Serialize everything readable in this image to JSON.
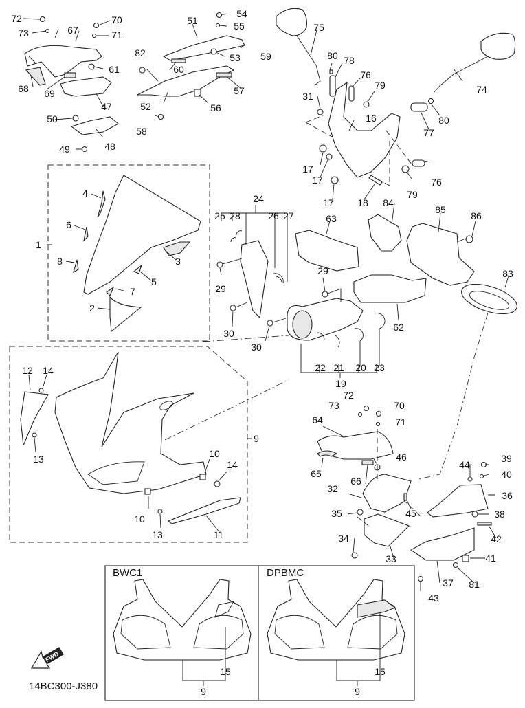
{
  "diagram": {
    "type": "exploded-parts-diagram",
    "drawing_code": "14BC300-J380",
    "fwd_indicator": "FWD",
    "group_labels": {
      "windscreen_group": "1",
      "cowling_group": "9",
      "headlight_group": "19",
      "duct_group": "24"
    },
    "insets": [
      {
        "title": "BWC1",
        "part_labels": [
          "15",
          "9"
        ]
      },
      {
        "title": "DPBMC",
        "part_labels": [
          "15",
          "9"
        ]
      }
    ],
    "callouts": [
      {
        "id": "72a",
        "text": "72"
      },
      {
        "id": "73a",
        "text": "73"
      },
      {
        "id": "67",
        "text": "67"
      },
      {
        "id": "70a",
        "text": "70"
      },
      {
        "id": "71a",
        "text": "71"
      },
      {
        "id": "61",
        "text": "61"
      },
      {
        "id": "68",
        "text": "68"
      },
      {
        "id": "69",
        "text": "69"
      },
      {
        "id": "47",
        "text": "47"
      },
      {
        "id": "50",
        "text": "50"
      },
      {
        "id": "48",
        "text": "48"
      },
      {
        "id": "49",
        "text": "49"
      },
      {
        "id": "51",
        "text": "51"
      },
      {
        "id": "54",
        "text": "54"
      },
      {
        "id": "55",
        "text": "55"
      },
      {
        "id": "59",
        "text": "59"
      },
      {
        "id": "53",
        "text": "53"
      },
      {
        "id": "82",
        "text": "82"
      },
      {
        "id": "60",
        "text": "60"
      },
      {
        "id": "57",
        "text": "57"
      },
      {
        "id": "52",
        "text": "52"
      },
      {
        "id": "56",
        "text": "56"
      },
      {
        "id": "58",
        "text": "58"
      },
      {
        "id": "75",
        "text": "75"
      },
      {
        "id": "80a",
        "text": "80"
      },
      {
        "id": "78",
        "text": "78"
      },
      {
        "id": "76a",
        "text": "76"
      },
      {
        "id": "79a",
        "text": "79"
      },
      {
        "id": "31",
        "text": "31"
      },
      {
        "id": "16",
        "text": "16"
      },
      {
        "id": "74",
        "text": "74"
      },
      {
        "id": "80b",
        "text": "80"
      },
      {
        "id": "77",
        "text": "77"
      },
      {
        "id": "17a",
        "text": "17"
      },
      {
        "id": "17b",
        "text": "17"
      },
      {
        "id": "17c",
        "text": "17"
      },
      {
        "id": "18",
        "text": "18"
      },
      {
        "id": "79b",
        "text": "79"
      },
      {
        "id": "76b",
        "text": "76"
      },
      {
        "id": "4",
        "text": "4"
      },
      {
        "id": "6",
        "text": "6"
      },
      {
        "id": "1",
        "text": "1"
      },
      {
        "id": "8",
        "text": "8"
      },
      {
        "id": "3",
        "text": "3"
      },
      {
        "id": "5",
        "text": "5"
      },
      {
        "id": "7",
        "text": "7"
      },
      {
        "id": "2",
        "text": "2"
      },
      {
        "id": "24",
        "text": "24"
      },
      {
        "id": "25",
        "text": "25"
      },
      {
        "id": "28",
        "text": "28"
      },
      {
        "id": "26",
        "text": "26"
      },
      {
        "id": "27",
        "text": "27"
      },
      {
        "id": "29a",
        "text": "29"
      },
      {
        "id": "29b",
        "text": "29"
      },
      {
        "id": "30a",
        "text": "30"
      },
      {
        "id": "30b",
        "text": "30"
      },
      {
        "id": "63",
        "text": "63"
      },
      {
        "id": "84",
        "text": "84"
      },
      {
        "id": "85",
        "text": "85"
      },
      {
        "id": "86",
        "text": "86"
      },
      {
        "id": "83",
        "text": "83"
      },
      {
        "id": "62",
        "text": "62"
      },
      {
        "id": "22",
        "text": "22"
      },
      {
        "id": "21",
        "text": "21"
      },
      {
        "id": "20",
        "text": "20"
      },
      {
        "id": "23",
        "text": "23"
      },
      {
        "id": "19",
        "text": "19"
      },
      {
        "id": "12",
        "text": "12"
      },
      {
        "id": "14a",
        "text": "14"
      },
      {
        "id": "13a",
        "text": "13"
      },
      {
        "id": "9",
        "text": "9"
      },
      {
        "id": "10a",
        "text": "10"
      },
      {
        "id": "10b",
        "text": "10"
      },
      {
        "id": "14b",
        "text": "14"
      },
      {
        "id": "13b",
        "text": "13"
      },
      {
        "id": "11",
        "text": "11"
      },
      {
        "id": "72b",
        "text": "72"
      },
      {
        "id": "73b",
        "text": "73"
      },
      {
        "id": "70b",
        "text": "70"
      },
      {
        "id": "71b",
        "text": "71"
      },
      {
        "id": "64",
        "text": "64"
      },
      {
        "id": "65",
        "text": "65"
      },
      {
        "id": "66",
        "text": "66"
      },
      {
        "id": "46",
        "text": "46"
      },
      {
        "id": "32",
        "text": "32"
      },
      {
        "id": "35",
        "text": "35"
      },
      {
        "id": "45",
        "text": "45"
      },
      {
        "id": "44",
        "text": "44"
      },
      {
        "id": "39",
        "text": "39"
      },
      {
        "id": "40",
        "text": "40"
      },
      {
        "id": "36",
        "text": "36"
      },
      {
        "id": "38",
        "text": "38"
      },
      {
        "id": "42",
        "text": "42"
      },
      {
        "id": "34",
        "text": "34"
      },
      {
        "id": "33",
        "text": "33"
      },
      {
        "id": "41",
        "text": "41"
      },
      {
        "id": "37",
        "text": "37"
      },
      {
        "id": "81",
        "text": "81"
      },
      {
        "id": "43",
        "text": "43"
      }
    ]
  }
}
